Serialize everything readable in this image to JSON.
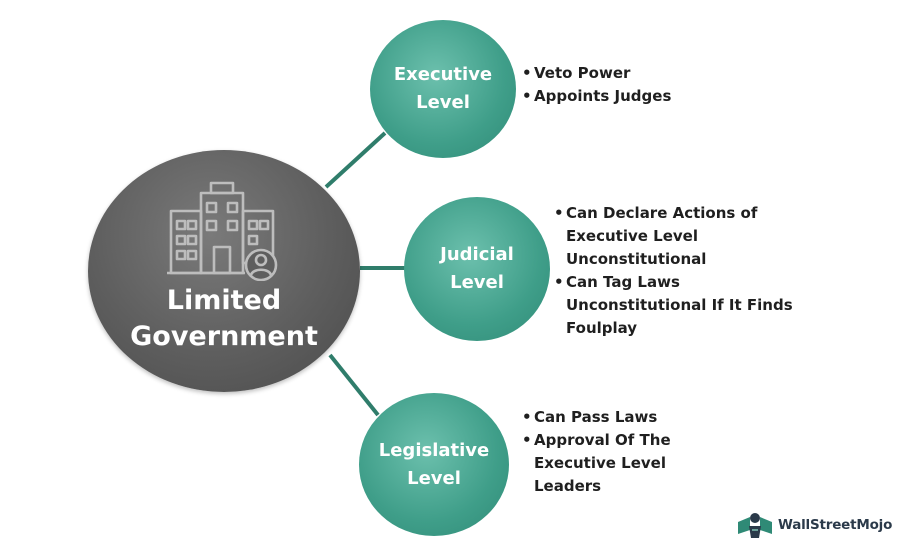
{
  "center": {
    "title_line1": "Limited",
    "title_line2": "Government",
    "icon": "government-building-icon"
  },
  "levels": [
    {
      "title_line1": "Executive",
      "title_line2": "Level",
      "bullets": [
        "Veto Power",
        "Appoints Judges"
      ]
    },
    {
      "title_line1": "Judicial",
      "title_line2": "Level",
      "bullets": [
        "Can Declare Actions of Executive Level Unconstitutional",
        "Can Tag Laws Unconstitutional If It Finds Foulplay"
      ]
    },
    {
      "title_line1": "Legislative",
      "title_line2": "Level",
      "bullets": [
        "Can Pass Laws",
        "Approval Of The Executive Level Leaders"
      ]
    }
  ],
  "logo": {
    "text": "WallStreetMojo",
    "icon": "wallstreetmojo-logo-icon"
  },
  "colors": {
    "central_fill": "#5e5e5e",
    "level_fill": "#3f9e89",
    "connector": "#2f7d6b",
    "icon_stroke": "#bdbdbd"
  }
}
